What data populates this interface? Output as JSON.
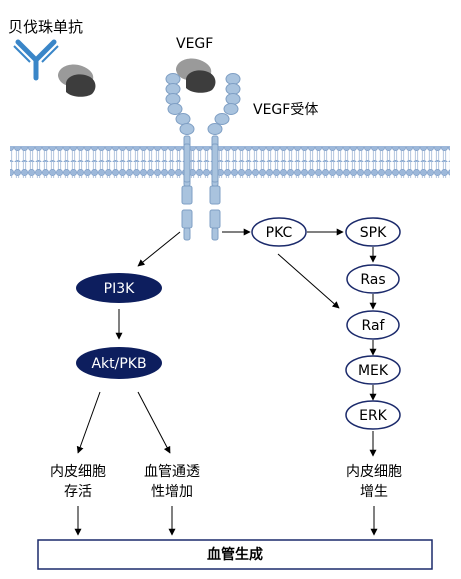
{
  "drug_label": "贝伐珠单抗",
  "ligand_label": "VEGF",
  "receptor_label": "VEGF受体",
  "nodes": {
    "pi3k": "PI3K",
    "akt": "Akt/PKB",
    "pkc": "PKC",
    "spk": "SPK",
    "ras": "Ras",
    "raf": "Raf",
    "mek": "MEK",
    "erk": "ERK"
  },
  "outcomes": {
    "survival_line1": "内皮细胞",
    "survival_line2": "存活",
    "permeability_line1": "血管通透",
    "permeability_line2": "性增加",
    "proliferation_line1": "内皮细胞",
    "proliferation_line2": "增生"
  },
  "bottom_box": "血管生成",
  "colors": {
    "dark_node_fill": "#0d1e5e",
    "node_outline": "#1b2a6b",
    "antibody_blue": "#3a86c8",
    "receptor_blue": "#a9c3de",
    "membrane": "#b9cde6"
  }
}
